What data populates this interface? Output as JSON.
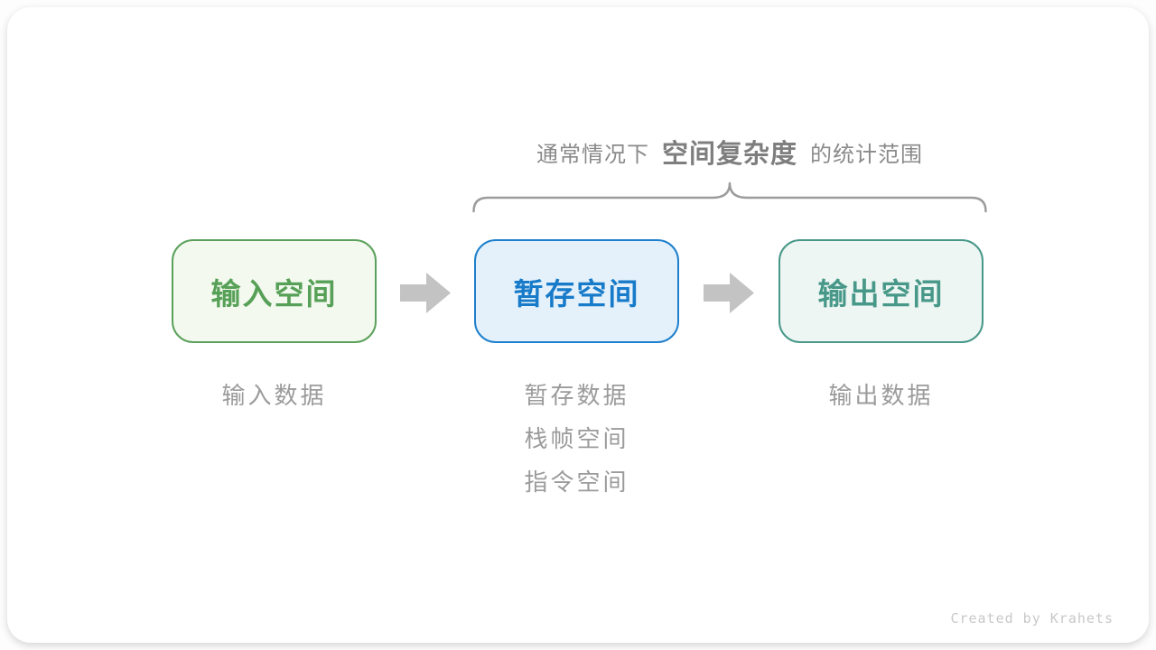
{
  "annotation": {
    "prefix": "通常情况下",
    "highlight": "空间复杂度",
    "suffix": "的统计范围"
  },
  "nodes": [
    {
      "id": "input-space",
      "label": "输入空间",
      "border_color": "#5ba15b",
      "bg_color": "#f3f9ef",
      "text_color": "#57a057"
    },
    {
      "id": "temp-space",
      "label": "暂存空间",
      "border_color": "#1e80cc",
      "bg_color": "#e4f1fb",
      "text_color": "#187bc9"
    },
    {
      "id": "output-space",
      "label": "输出空间",
      "border_color": "#479889",
      "bg_color": "#edf6f2",
      "text_color": "#479889"
    }
  ],
  "sub_labels": {
    "input": [
      "输入数据"
    ],
    "temp": [
      "暂存数据",
      "栈帧空间",
      "指令空间"
    ],
    "output": [
      "输出数据"
    ]
  },
  "icons": {
    "arrow_between_nodes": "right-arrow-icon",
    "brace_over_scope": "curly-brace-up"
  },
  "colors": {
    "annotation_text": "#8a8a8a",
    "annotation_bold_text": "#7e7e7e",
    "brace_stroke": "#9c9c9c",
    "arrow_fill": "#c3c3c3",
    "sub_label_text": "#9b9b9b",
    "credit_text": "#c8c8c8",
    "card_bg": "#ffffff"
  },
  "credit": "Created by Krahets"
}
